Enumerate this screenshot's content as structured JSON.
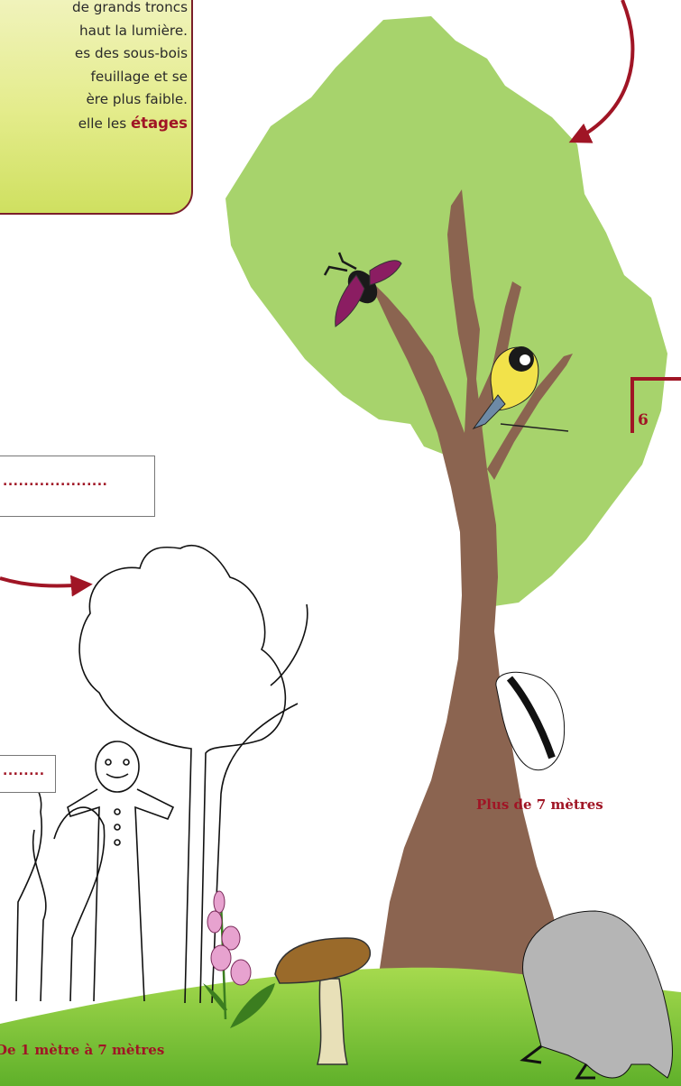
{
  "intro_text": {
    "body": "de grands troncs\nhaut la lumière.\nes des sous-bois\nfeuillage et se\nère plus faible.\nelle les ",
    "highlight": "étages"
  },
  "answer_box_top": {
    "dots": "...................."
  },
  "answer_box_bottom": {
    "dots": "........"
  },
  "labels": {
    "tall_layer": "Plus de 7  mètres",
    "shrub_layer": "De 1 mètre à 7 mètres"
  },
  "page_number": "6",
  "colors": {
    "accent": "#a01525",
    "canopy": "#a7d36c",
    "trunk": "#8b6450",
    "grass": "#7cc43a",
    "text_box": "#e4ec8c"
  }
}
